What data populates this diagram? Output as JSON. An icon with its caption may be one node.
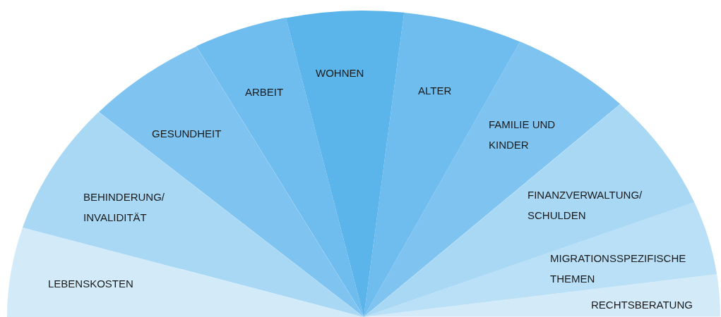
{
  "diagram": {
    "nodes": [
      {
        "text": [
          "LEBENSKOSTEN"
        ]
      },
      {
        "text": [
          "BEHINDERUNG/ INVALIDITÄT"
        ]
      },
      {
        "text": [
          "GESUNDHEIT"
        ]
      },
      {
        "text": [
          "ARBEIT"
        ]
      },
      {
        "text": [
          "WOHNEN"
        ]
      },
      {
        "text": [
          "ALTER"
        ]
      },
      {
        "text": [
          "FAMILIE UND KINDER"
        ]
      },
      {
        "text": [
          "FINANZVERWALTUNG/ SCHULDEN"
        ]
      },
      {
        "text": [
          "MIGRATIONSSPEZIFISCHE THEMEN"
        ]
      },
      {
        "text": [
          "RECHTSBERATUNG"
        ]
      }
    ]
  }
}
